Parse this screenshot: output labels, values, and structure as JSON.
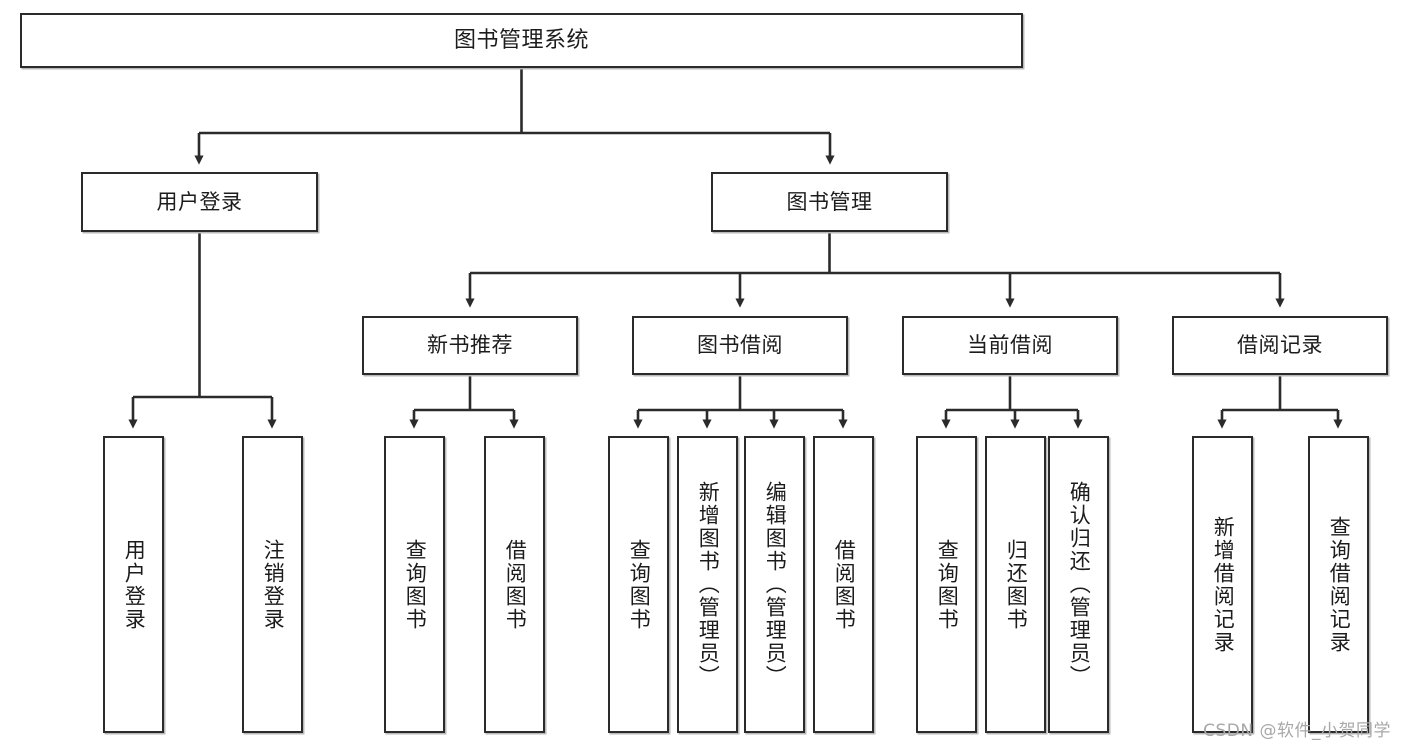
{
  "diagram": {
    "title": "图书管理系统",
    "type": "tree-hierarchy",
    "root": {
      "id": "root",
      "label": "图书管理系统"
    },
    "level2": [
      {
        "id": "user-login",
        "label": "用户登录"
      },
      {
        "id": "book-manage",
        "label": "图书管理"
      }
    ],
    "level3": [
      {
        "id": "new-book-rec",
        "label": "新书推荐"
      },
      {
        "id": "book-borrow",
        "label": "图书借阅"
      },
      {
        "id": "current-borrow",
        "label": "当前借阅"
      },
      {
        "id": "borrow-record",
        "label": "借阅记录"
      }
    ],
    "leaves": [
      {
        "id": "leaf-user-login",
        "label": "用户登录",
        "parent": "user-login"
      },
      {
        "id": "leaf-logout",
        "label": "注销登录",
        "parent": "user-login"
      },
      {
        "id": "leaf-query-book-1",
        "label": "查询图书",
        "parent": "new-book-rec"
      },
      {
        "id": "leaf-borrow-book-1",
        "label": "借阅图书",
        "parent": "new-book-rec"
      },
      {
        "id": "leaf-query-book-2",
        "label": "查询图书",
        "parent": "book-borrow"
      },
      {
        "id": "leaf-add-book",
        "label": "新增图书（管理员）",
        "parent": "book-borrow"
      },
      {
        "id": "leaf-edit-book",
        "label": "编辑图书（管理员）",
        "parent": "book-borrow"
      },
      {
        "id": "leaf-borrow-book-2",
        "label": "借阅图书",
        "parent": "book-borrow"
      },
      {
        "id": "leaf-query-book-3",
        "label": "查询图书",
        "parent": "current-borrow"
      },
      {
        "id": "leaf-return-book",
        "label": "归还图书",
        "parent": "current-borrow"
      },
      {
        "id": "leaf-confirm-return",
        "label": "确认归还（管理员）",
        "parent": "current-borrow"
      },
      {
        "id": "leaf-add-record",
        "label": "新增借阅记录",
        "parent": "borrow-record"
      },
      {
        "id": "leaf-query-record",
        "label": "查询借阅记录",
        "parent": "borrow-record"
      }
    ],
    "watermark": "CSDN @软件_小贺同学",
    "colors": {
      "stroke": "#2b2b2b",
      "fill": "#ffffff",
      "text": "#1c1c1c",
      "watermark": "#a8a8a8"
    }
  }
}
